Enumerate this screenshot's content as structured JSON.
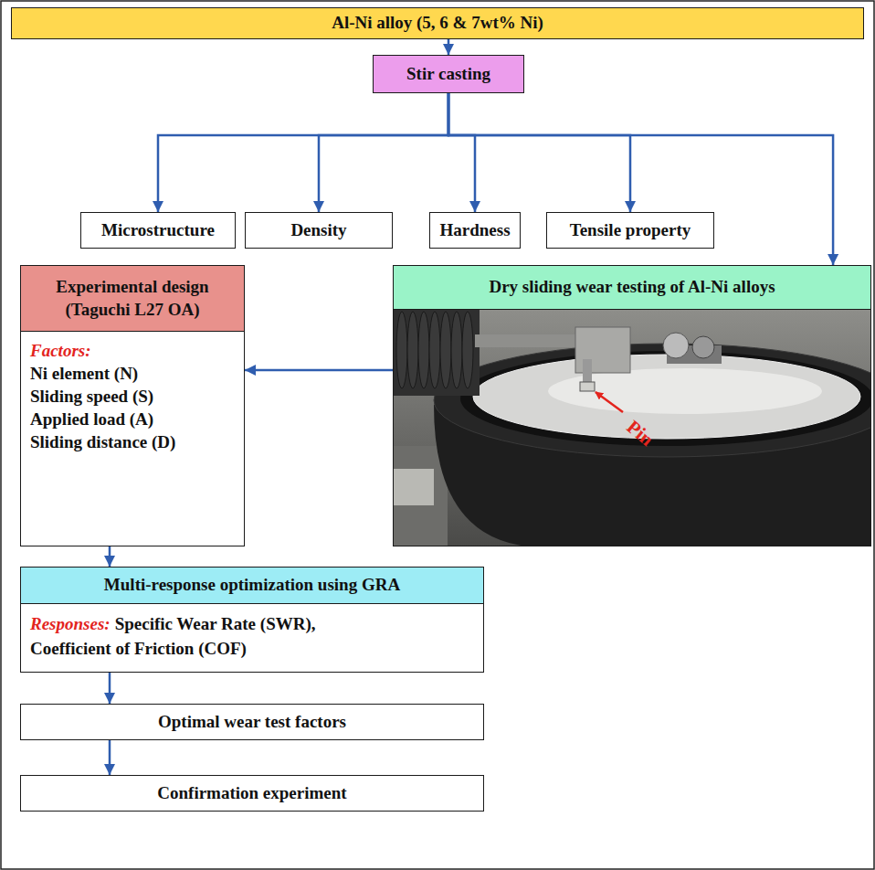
{
  "diagram": {
    "nodes": [
      {
        "text": [
          "Al-Ni alloy (5, 6 & 7wt% Ni)"
        ]
      },
      {
        "text": [
          "Stir casting"
        ]
      },
      {
        "text": [
          "Microstructure"
        ]
      },
      {
        "text": [
          "Density"
        ]
      },
      {
        "text": [
          "Hardness"
        ]
      },
      {
        "text": [
          "Tensile property"
        ]
      },
      {
        "text": [
          "Experimental design (Taguchi L27 OA)",
          "Factors:",
          "Ni element (N)",
          "Sliding speed (S)",
          "Applied load (A)",
          "Sliding distance (D)"
        ]
      },
      {
        "text": [
          "Dry sliding wear testing of Al-Ni alloys"
        ]
      },
      {
        "text": [
          "Multi-response optimization using GRA",
          "Responses:",
          "Specific Wear Rate (SWR), Coefficient of Friction (COF)"
        ]
      },
      {
        "text": [
          "Optimal wear test factors"
        ]
      },
      {
        "text": [
          "Confirmation experiment"
        ]
      }
    ],
    "edges": [
      {
        "from": 0,
        "to": 1,
        "arrow": "to"
      },
      {
        "from": 1,
        "to": 2,
        "arrow": "to"
      },
      {
        "from": 1,
        "to": 3,
        "arrow": "to"
      },
      {
        "from": 1,
        "to": 4,
        "arrow": "to"
      },
      {
        "from": 1,
        "to": 5,
        "arrow": "to"
      },
      {
        "from": 1,
        "to": 7,
        "arrow": "to"
      },
      {
        "from": 7,
        "to": 6,
        "arrow": "to"
      },
      {
        "from": 6,
        "to": 8,
        "arrow": "to"
      },
      {
        "from": 8,
        "to": 9,
        "arrow": "to"
      },
      {
        "from": 9,
        "to": 10,
        "arrow": "to"
      }
    ],
    "labels": [
      "Pin"
    ]
  }
}
